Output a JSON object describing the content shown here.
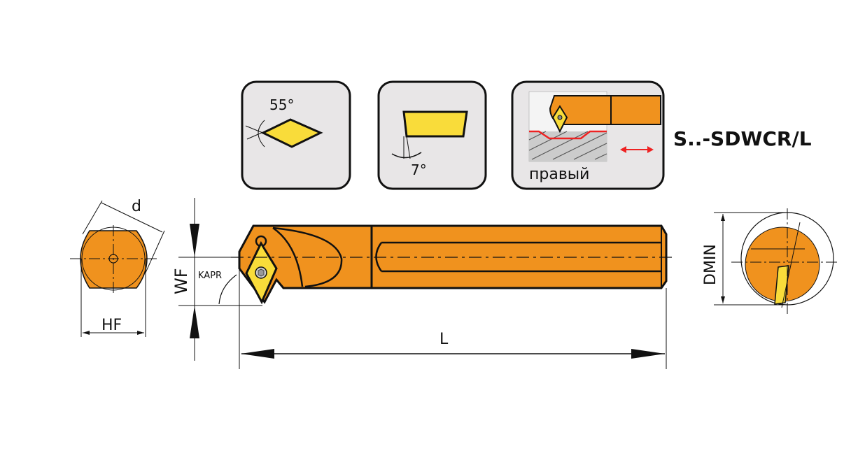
{
  "title": "S..-SDWCR/L",
  "icons": {
    "insert_angle": "55°",
    "clearance_angle": "7°",
    "hand": "правый"
  },
  "dimensions": {
    "d": "d",
    "hf": "HF",
    "wf": "WF",
    "kapr": "KAPR",
    "l": "L",
    "dmin": "DMIN"
  },
  "colors": {
    "body": "#F0921E",
    "insert": "#F9DC3A",
    "icon_bg": "#E8E6E7",
    "arrow": "#EE2222"
  }
}
